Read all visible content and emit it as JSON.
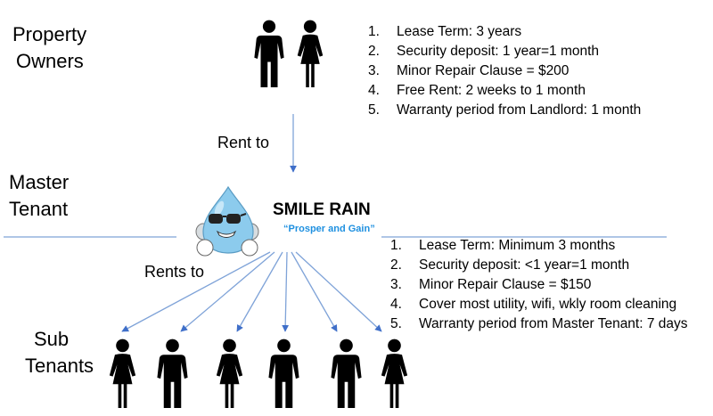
{
  "tiers": {
    "owners": {
      "label_line1": "Property",
      "label_line2": "Owners"
    },
    "master": {
      "label_line1": "Master",
      "label_line2": "Tenant"
    },
    "sub": {
      "label_line1": "Sub",
      "label_line2": "Tenants"
    }
  },
  "relations": {
    "owners_to_master": "Rent to",
    "master_to_sub": "Rents to"
  },
  "brand": {
    "name": "SMILE RAIN",
    "slogan": "“Prosper and Gain”",
    "mascot_icon": "water-drop-sunglasses-icon"
  },
  "owner_terms": [
    {
      "num": "1.",
      "text": "Lease Term: 3 years"
    },
    {
      "num": "2.",
      "text": "Security deposit: 1 year=1 month"
    },
    {
      "num": "3.",
      "text": "Minor Repair Clause = $200"
    },
    {
      "num": "4.",
      "text": "Free Rent: 2 weeks to 1 month"
    },
    {
      "num": "5.",
      "text": "Warranty period from Landlord: 1 month"
    }
  ],
  "master_terms": [
    {
      "num": "1.",
      "text": "Lease Term: Minimum 3 months"
    },
    {
      "num": "2.",
      "text": "Security deposit: <1 year=1 month"
    },
    {
      "num": "3.",
      "text": "Minor Repair Clause = $150"
    },
    {
      "num": "4.",
      "text": "Cover most utility, wifi, wkly room cleaning"
    },
    {
      "num": "5.",
      "text": "Warranty period from Master Tenant: 7 days"
    }
  ],
  "owners_people": [
    "male",
    "female"
  ],
  "sub_tenants": [
    "female",
    "male",
    "female",
    "male",
    "male",
    "female"
  ],
  "colors": {
    "line": "#7fa3d8",
    "arrow": "#3f6fc9",
    "slogan": "#1e90e0",
    "drop": "#8ccbed"
  }
}
